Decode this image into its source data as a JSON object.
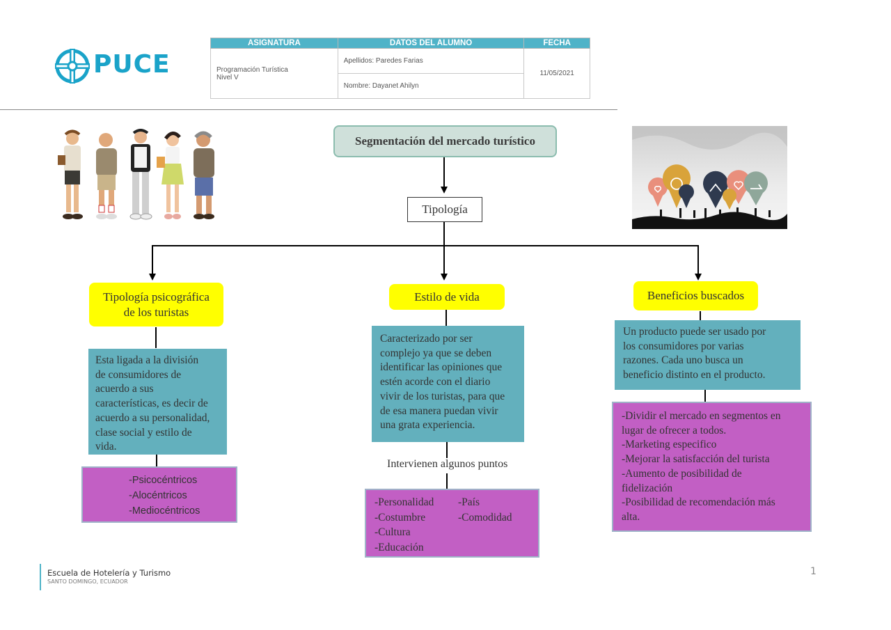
{
  "header": {
    "logo_text": "PUCE",
    "columns": [
      "ASIGNATURA",
      "DATOS DEL ALUMNO",
      "FECHA"
    ],
    "asignatura_line1": "Programación Turística",
    "asignatura_line2": "Nivel V",
    "apellidos": "Apellidos: Paredes Farias",
    "nombre": "Nombre: Dayanet Ahilyn",
    "fecha": "11/05/2021"
  },
  "diagram": {
    "title": "Segmentación del mercado turístico",
    "tipologia": "Tipología",
    "branches": {
      "psicografica": {
        "heading_line1": "Tipología psicográfica",
        "heading_line2": "de los turistas",
        "description": [
          "Esta ligada a la división",
          "de consumidores de",
          "acuerdo a sus",
          "características, es decir de",
          "acuerdo a su personalidad,",
          "clase social y estilo de",
          "vida."
        ],
        "items": [
          "-Psicocéntricos",
          "-Alocéntricos",
          "-Mediocéntricos"
        ]
      },
      "estilo": {
        "heading": "Estilo de vida",
        "description": [
          "Caracterizado por ser",
          "complejo ya que se deben",
          "identificar las opiniones que",
          "estén acorde con el diario",
          "vivir de los turistas, para que",
          "de esa manera puedan vivir",
          "una grata experiencia."
        ],
        "connector_text": "Intervienen algunos puntos",
        "items_col1": [
          "-Personalidad",
          "-Costumbre",
          "-Cultura",
          "-Educación"
        ],
        "items_col2": [
          "-País",
          "-Comodidad"
        ]
      },
      "beneficios": {
        "heading": "Beneficios buscados",
        "description": [
          "Un producto puede ser usado por",
          "los consumidores por varias",
          "razones. Cada uno busca un",
          "beneficio distinto en el producto."
        ],
        "items": [
          "-Dividir el mercado en segmentos en",
          "lugar de ofrecer a todos.",
          "-Marketing especifico",
          "-Mejorar la satisfacción del turista",
          "-Aumento de posibilidad de",
          "fidelización",
          "-Posibilidad de recomendación más",
          "alta."
        ]
      }
    }
  },
  "footer": {
    "title": "Escuela de Hotelería y Turismo",
    "subtitle": "SANTO DOMINGO, ECUADOR",
    "page_number": "1"
  },
  "colors": {
    "brand": "#1aa3c9",
    "header_bar": "#4fb3c8",
    "yellow_box": "#ffff00",
    "teal_box": "#63b0bd",
    "magenta_box": "#c25fc4",
    "title_box": "#cfe0da"
  },
  "icons": [
    "puce-logo-icon",
    "tourists-illustration",
    "travel-pins-photo"
  ]
}
